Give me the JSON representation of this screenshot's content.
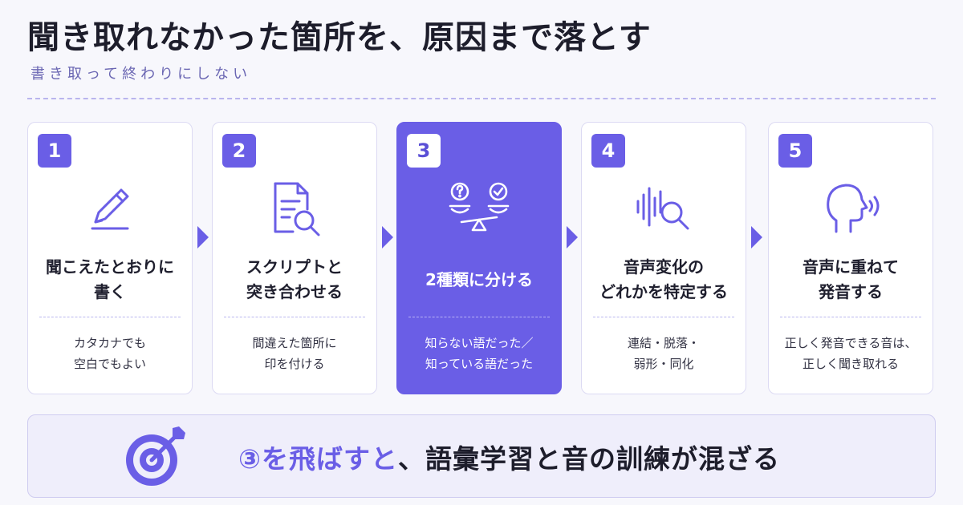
{
  "title": "聞き取れなかった箇所を、原因まで落とす",
  "subtitle": "書き取って終わりにしない",
  "accent_color": "#6a5ee6",
  "steps": [
    {
      "number": "1",
      "icon": "pencil-icon",
      "heading": "聞こえたとおりに\n書く",
      "description": "カタカナでも\n空白でもよい",
      "active": false
    },
    {
      "number": "2",
      "icon": "document-search-icon",
      "heading": "スクリプトと\n突き合わせる",
      "description": "間違えた箇所に\n印を付ける",
      "active": false
    },
    {
      "number": "3",
      "icon": "balance-scale-icon",
      "heading": "2種類に分ける",
      "description": "知らない語だった／\n知っている語だった",
      "active": true
    },
    {
      "number": "4",
      "icon": "soundwave-search-icon",
      "heading": "音声変化の\nどれかを特定する",
      "description": "連結・脱落・\n弱形・同化",
      "active": false
    },
    {
      "number": "5",
      "icon": "speaking-head-icon",
      "heading": "音声に重ねて\n発音する",
      "description": "正しく発音できる音は、\n正しく聞き取れる",
      "active": false
    }
  ],
  "banner": {
    "icon": "target-arrow-icon",
    "accent_text": "③を飛ばすと",
    "rest_text": "、語彙学習と音の訓練が混ざる"
  }
}
